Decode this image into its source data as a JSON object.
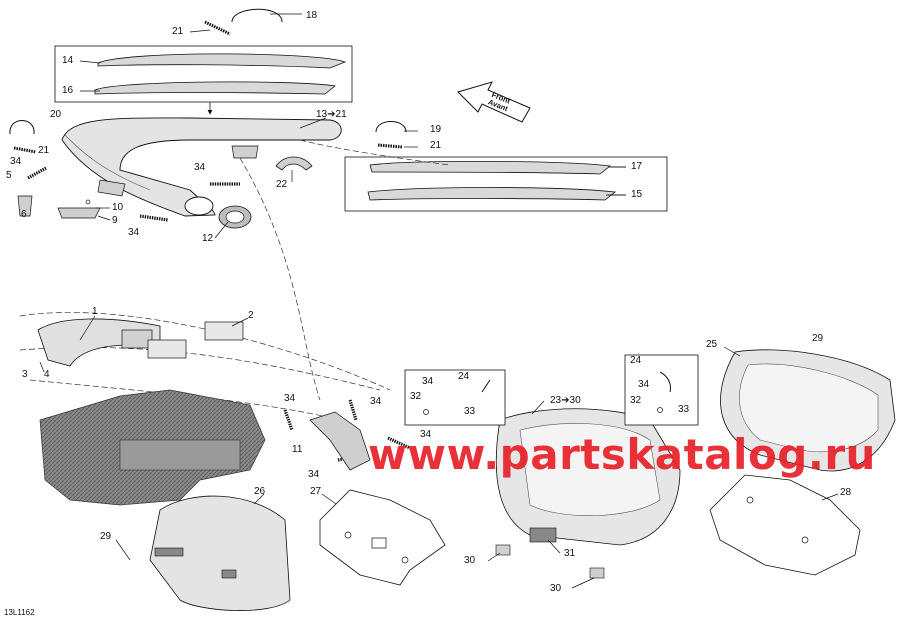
{
  "diagram": {
    "drawing_code": "13L1162",
    "watermark": "www.partskatalog.ru",
    "direction_indicator": {
      "line1": "Front",
      "line2": "Avant"
    },
    "callouts": [
      {
        "id": "c-18",
        "text": "18"
      },
      {
        "id": "c-21a",
        "text": "21"
      },
      {
        "id": "c-14",
        "text": "14"
      },
      {
        "id": "c-16",
        "text": "16"
      },
      {
        "id": "c-20",
        "text": "20"
      },
      {
        "id": "c-21b",
        "text": "21"
      },
      {
        "id": "c-13",
        "text": "13➔21"
      },
      {
        "id": "c-19",
        "text": "19"
      },
      {
        "id": "c-21c",
        "text": "21"
      },
      {
        "id": "c-34a",
        "text": "34"
      },
      {
        "id": "c-5",
        "text": "5"
      },
      {
        "id": "c-6",
        "text": "6"
      },
      {
        "id": "c-34b",
        "text": "34"
      },
      {
        "id": "c-22",
        "text": "22"
      },
      {
        "id": "c-17",
        "text": "17"
      },
      {
        "id": "c-15",
        "text": "15"
      },
      {
        "id": "c-10",
        "text": "10"
      },
      {
        "id": "c-9",
        "text": "9"
      },
      {
        "id": "c-34c",
        "text": "34"
      },
      {
        "id": "c-12",
        "text": "12"
      },
      {
        "id": "c-1",
        "text": "1"
      },
      {
        "id": "c-2",
        "text": "2"
      },
      {
        "id": "c-3",
        "text": "3"
      },
      {
        "id": "c-4",
        "text": "4"
      },
      {
        "id": "c-24a",
        "text": "24"
      },
      {
        "id": "c-34d",
        "text": "34"
      },
      {
        "id": "c-32a",
        "text": "32"
      },
      {
        "id": "c-33a",
        "text": "33"
      },
      {
        "id": "c-34e",
        "text": "34"
      },
      {
        "id": "c-34f",
        "text": "34"
      },
      {
        "id": "c-11",
        "text": "11"
      },
      {
        "id": "c-34g",
        "text": "34"
      },
      {
        "id": "c-34h",
        "text": "34"
      },
      {
        "id": "c-23",
        "text": "23➔30"
      },
      {
        "id": "c-24b",
        "text": "24"
      },
      {
        "id": "c-34i",
        "text": "34"
      },
      {
        "id": "c-32b",
        "text": "32"
      },
      {
        "id": "c-33b",
        "text": "33"
      },
      {
        "id": "c-25",
        "text": "25"
      },
      {
        "id": "c-29a",
        "text": "29"
      },
      {
        "id": "c-26",
        "text": "26"
      },
      {
        "id": "c-27",
        "text": "27"
      },
      {
        "id": "c-28",
        "text": "28"
      },
      {
        "id": "c-29b",
        "text": "29"
      },
      {
        "id": "c-31",
        "text": "31"
      },
      {
        "id": "c-30a",
        "text": "30"
      },
      {
        "id": "c-30b",
        "text": "30"
      }
    ]
  }
}
